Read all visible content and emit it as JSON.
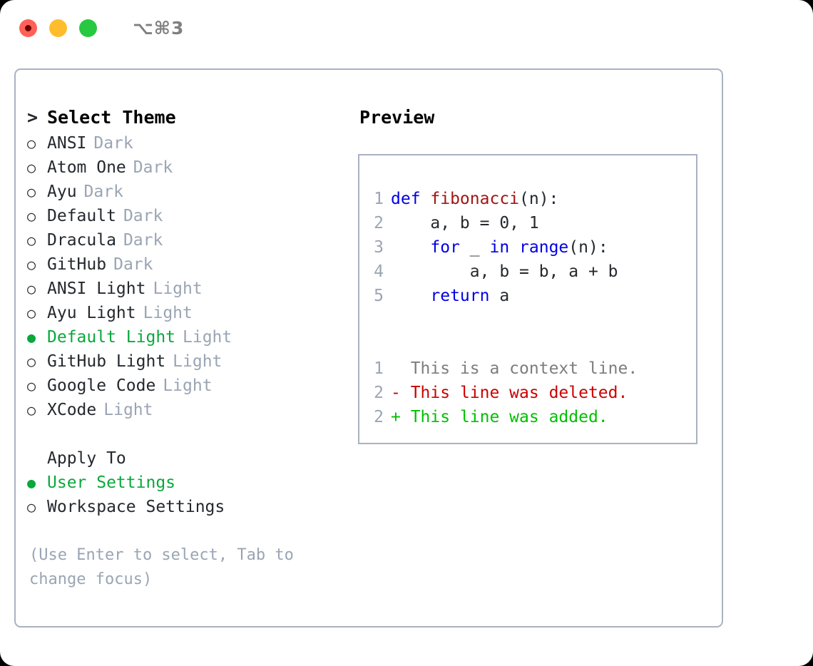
{
  "window": {
    "shortcut_label": "⌥⌘3",
    "traffic_lights": [
      {
        "name": "close",
        "color": "#ff6159"
      },
      {
        "name": "minimize",
        "color": "#ffbd2e"
      },
      {
        "name": "maximize",
        "color": "#28c840"
      }
    ]
  },
  "theme_picker": {
    "header": {
      "prefix": ">",
      "label": "Select Theme"
    },
    "bullet_unselected": "○",
    "bullet_selected": "●",
    "items": [
      {
        "label": "ANSI",
        "tag": "Dark",
        "selected": false
      },
      {
        "label": "Atom One",
        "tag": "Dark",
        "selected": false
      },
      {
        "label": "Ayu",
        "tag": "Dark",
        "selected": false
      },
      {
        "label": "Default",
        "tag": "Dark",
        "selected": false
      },
      {
        "label": "Dracula",
        "tag": "Dark",
        "selected": false
      },
      {
        "label": "GitHub",
        "tag": "Dark",
        "selected": false
      },
      {
        "label": "ANSI Light",
        "tag": "Light",
        "selected": false
      },
      {
        "label": "Ayu Light",
        "tag": "Light",
        "selected": false
      },
      {
        "label": "Default Light",
        "tag": "Light",
        "selected": true
      },
      {
        "label": "GitHub Light",
        "tag": "Light",
        "selected": false
      },
      {
        "label": "Google Code",
        "tag": "Light",
        "selected": false
      },
      {
        "label": "XCode",
        "tag": "Light",
        "selected": false
      }
    ]
  },
  "apply_to": {
    "header": "Apply To",
    "options": [
      {
        "label": "User Settings",
        "selected": true
      },
      {
        "label": "Workspace Settings",
        "selected": false
      }
    ]
  },
  "hint": "(Use Enter to select, Tab to change focus)",
  "preview": {
    "title": "Preview",
    "code_lines": [
      {
        "num": "1",
        "tokens": [
          {
            "t": "def ",
            "c": "kw"
          },
          {
            "t": "fibonacci",
            "c": "fn"
          },
          {
            "t": "(n):",
            "c": "pn"
          }
        ]
      },
      {
        "num": "2",
        "tokens": [
          {
            "t": "    a, b = 0, 1",
            "c": "pn"
          }
        ]
      },
      {
        "num": "3",
        "tokens": [
          {
            "t": "    ",
            "c": "pn"
          },
          {
            "t": "for",
            "c": "kw"
          },
          {
            "t": " _ ",
            "c": "pn"
          },
          {
            "t": "in ",
            "c": "kw"
          },
          {
            "t": "range",
            "c": "kw"
          },
          {
            "t": "(n):",
            "c": "pn"
          }
        ]
      },
      {
        "num": "4",
        "tokens": [
          {
            "t": "        a, b = b, a + b",
            "c": "pn"
          }
        ]
      },
      {
        "num": "5",
        "tokens": [
          {
            "t": "    ",
            "c": "pn"
          },
          {
            "t": "return",
            "c": "kw"
          },
          {
            "t": " a",
            "c": "pn"
          }
        ]
      }
    ],
    "diff_lines": [
      {
        "num": "1",
        "marker": " ",
        "text": " This is a context line.",
        "kind": "diff-ctx"
      },
      {
        "num": "2",
        "marker": "-",
        "text": " This line was deleted.",
        "kind": "diff-del"
      },
      {
        "num": "2",
        "marker": "+",
        "text": " This line was added.",
        "kind": "diff-add"
      }
    ]
  },
  "colors": {
    "accent_green": "#0aa83c",
    "tag_gray": "#9aa5b4",
    "border": "#a8b2c2",
    "keyword_blue": "#0000e6",
    "function_red": "#a31515",
    "diff_delete": "#cc0000",
    "diff_add": "#00c000"
  }
}
